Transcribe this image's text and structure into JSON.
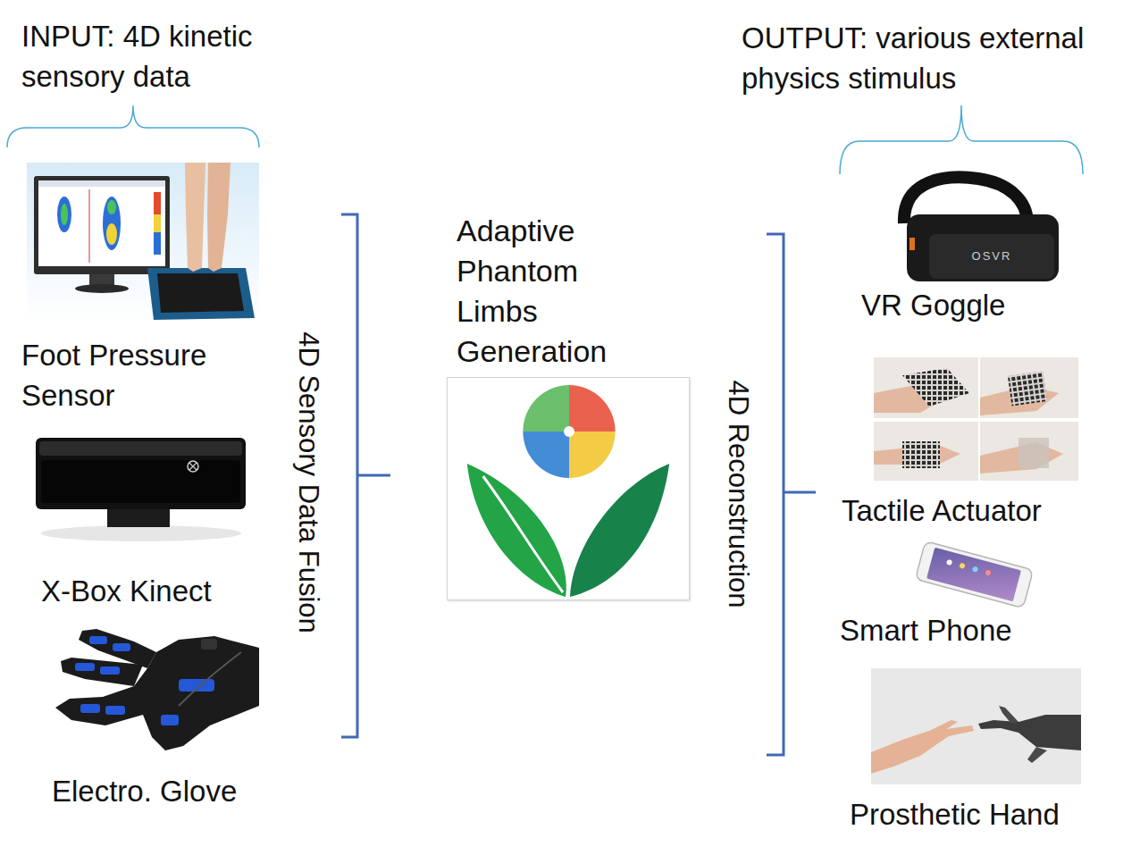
{
  "diagram": {
    "nodes": [
      {
        "text": [
          "Adaptive Phantom Limbs Generation"
        ]
      }
    ],
    "labels": [
      "INPUT: 4D kinetic sensory data",
      "OUTPUT: various external physics stimulus",
      "Foot Pressure Sensor",
      "X-Box Kinect",
      "Electro. Glove",
      "4D Sensory Data Fusion",
      "4D Reconstruction",
      "OSVR",
      "VR Goggle",
      "Tactile Actuator",
      "Smart Phone",
      "Prosthetic Hand"
    ]
  }
}
